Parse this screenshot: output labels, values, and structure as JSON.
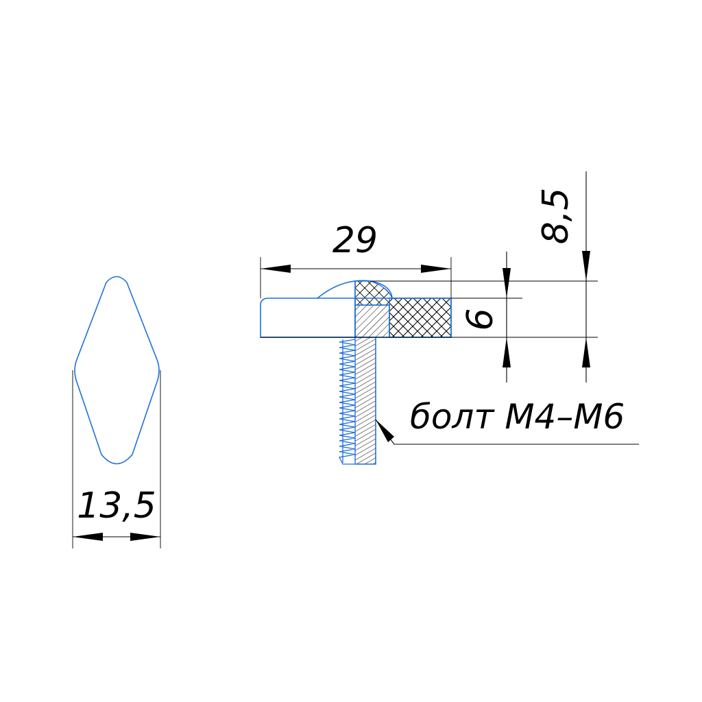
{
  "colors": {
    "part_outline": "#1e6fd9",
    "dimension": "#000000",
    "background": "#ffffff"
  },
  "dimensions": {
    "width_front": "13,5",
    "length_side": "29",
    "thickness": "6",
    "total_height": "8,5"
  },
  "callout": {
    "bolt_label": "болт М4–М6"
  }
}
